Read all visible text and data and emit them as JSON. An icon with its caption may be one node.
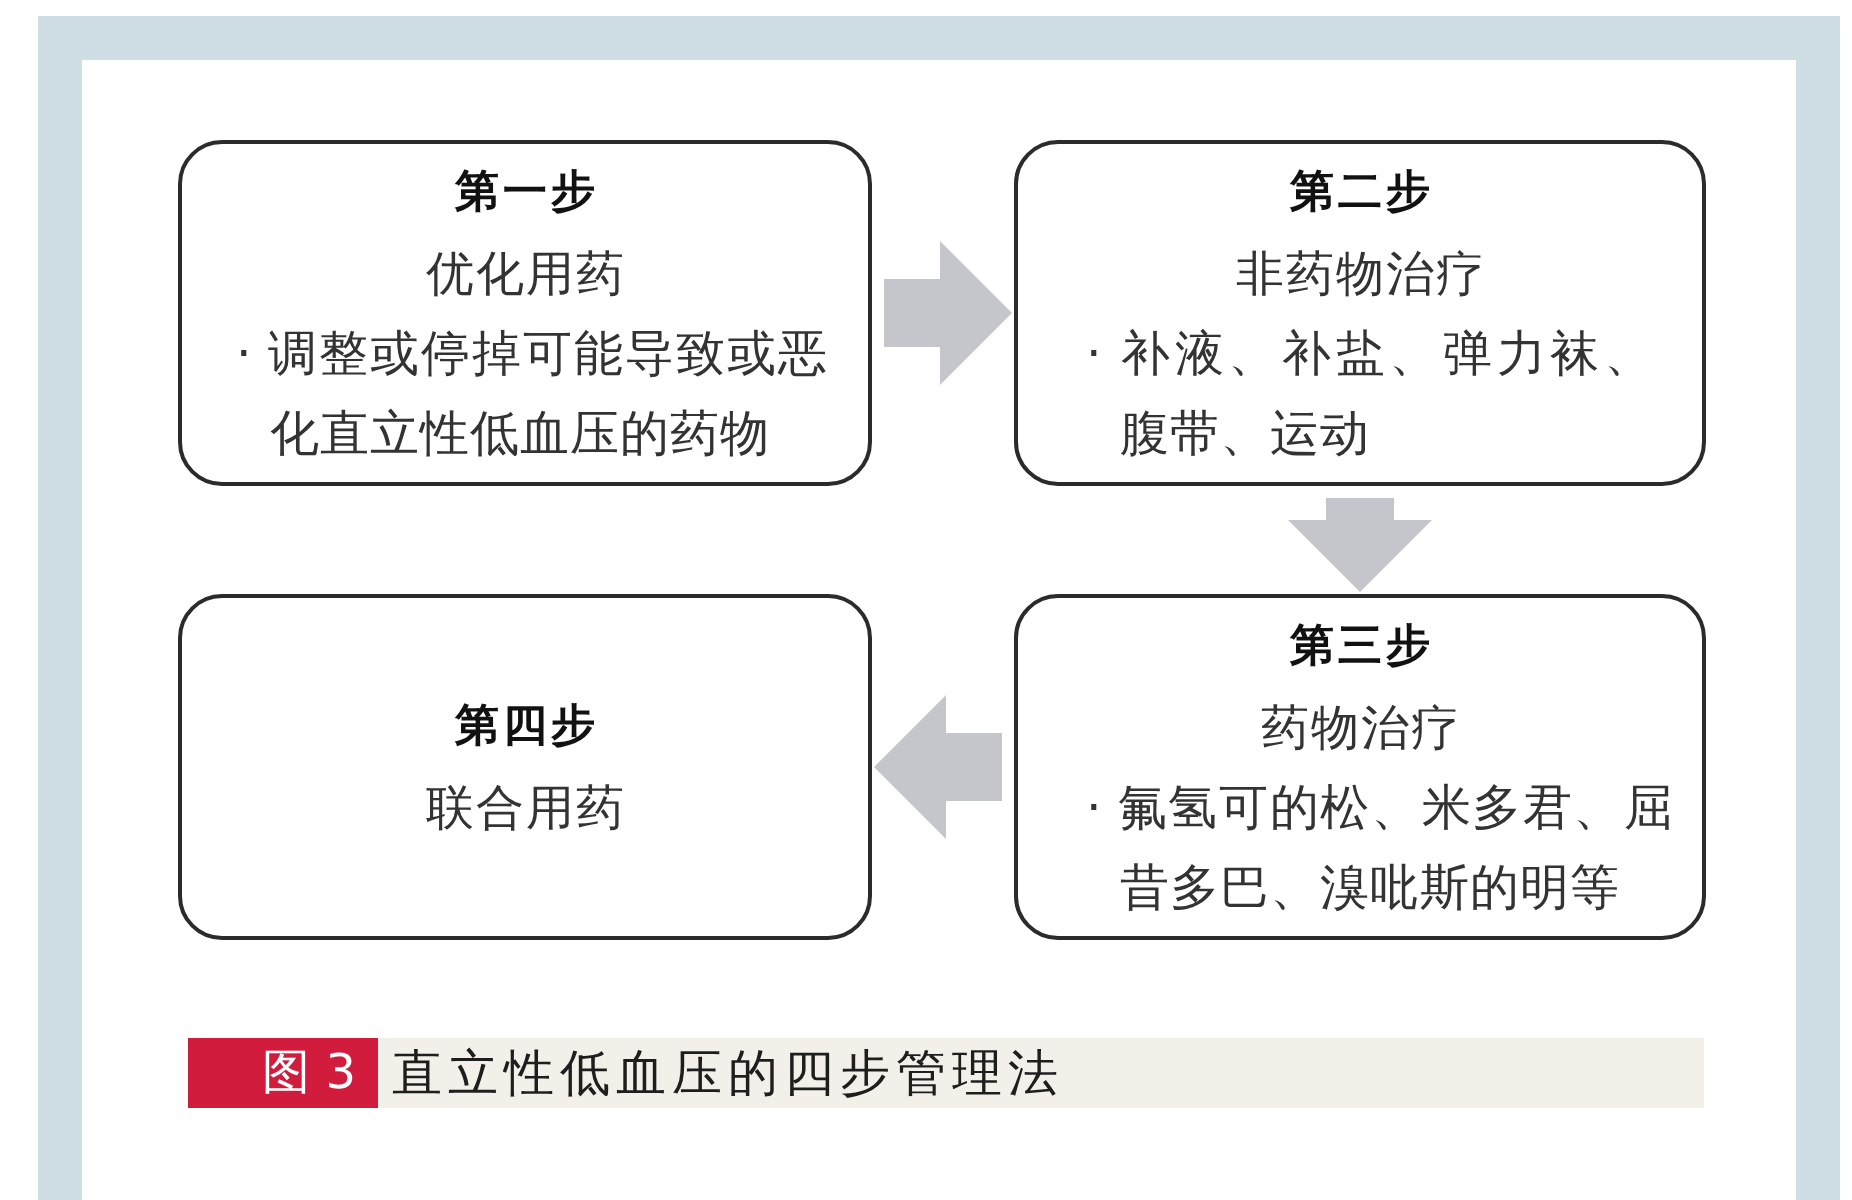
{
  "diagram": {
    "nodes": [
      {
        "text": [
          "第一步",
          "优化用药",
          "· 调整或停掉可能导致或恶化直立性低血压的药物"
        ]
      },
      {
        "text": [
          "第二步",
          "非药物治疗",
          "· 补液、补盐、弹力袜、腹带、运动"
        ]
      },
      {
        "text": [
          "第三步",
          "药物治疗",
          "· 氟氢可的松、米多君、屈昔多巴、溴吡斯的明等"
        ]
      },
      {
        "text": [
          "第四步",
          "联合用药"
        ]
      }
    ],
    "edges": [
      {
        "from": 0,
        "to": 1,
        "arrow": "to"
      },
      {
        "from": 1,
        "to": 2,
        "arrow": "to"
      },
      {
        "from": 2,
        "to": 3,
        "arrow": "to"
      }
    ],
    "labels": [
      "图 3"
    ],
    "caption": "直立性低血压的四步管理法"
  }
}
